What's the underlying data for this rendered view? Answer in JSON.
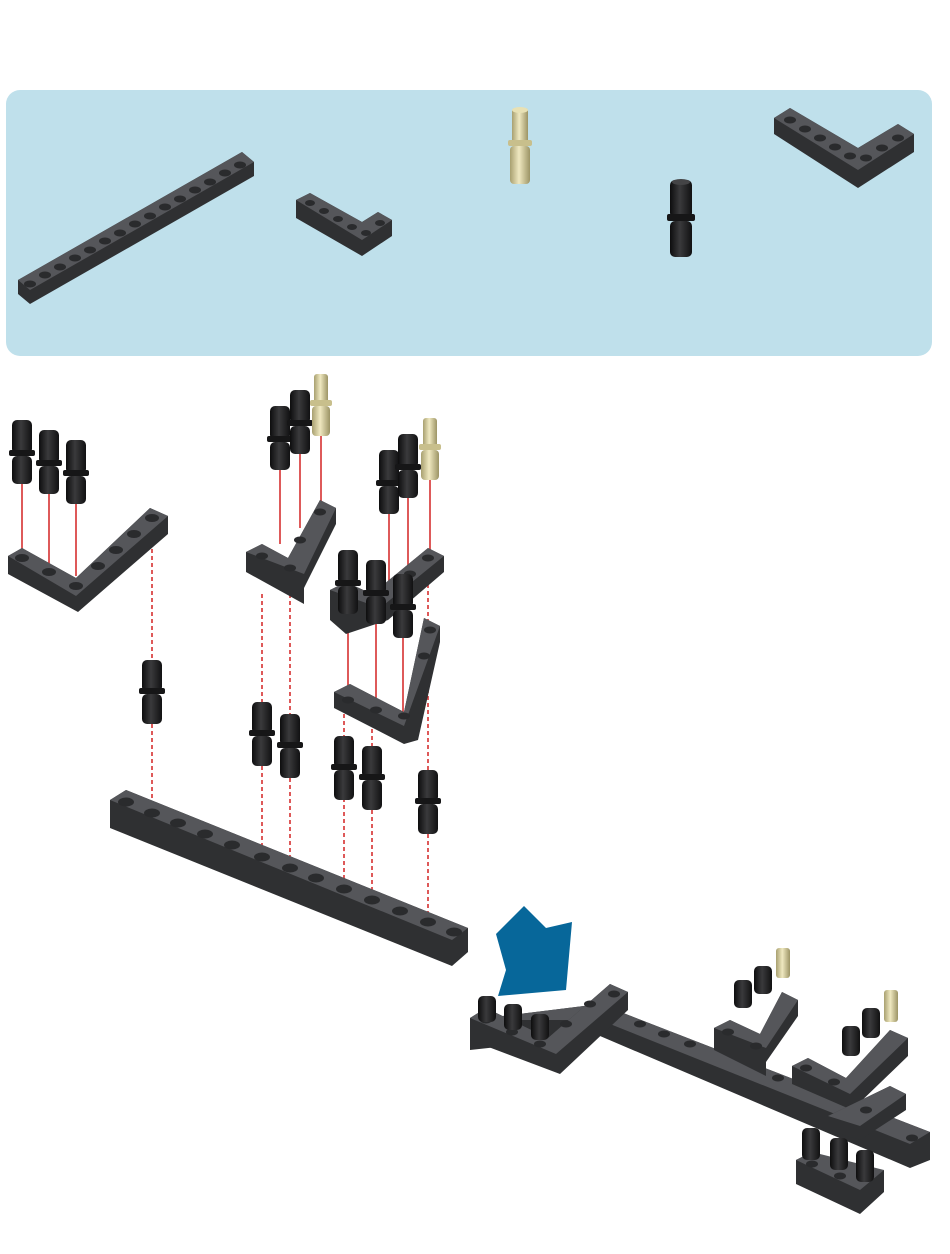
{
  "instruction": {
    "step_label": "",
    "parts_panel": {
      "background": "#bfe0eb",
      "parts": [
        {
          "id": "beam-15",
          "kind": "straight-beam",
          "holes": 15,
          "color": "#3c3d3f"
        },
        {
          "id": "l-beam-small",
          "kind": "l-beam",
          "holes": 5,
          "color": "#3c3d3f"
        },
        {
          "id": "tan-axle-pin",
          "kind": "axle-pin",
          "color": "#d7cf9e"
        },
        {
          "id": "black-friction-pin",
          "kind": "friction-pin",
          "color": "#1f1f21"
        },
        {
          "id": "l-beam-large",
          "kind": "l-beam",
          "holes": 7,
          "color": "#3c3d3f"
        }
      ]
    },
    "arrow": {
      "color": "#07679a",
      "direction": "down-right"
    },
    "colors": {
      "beam": "#3c3d3f",
      "beam_top": "#5a5b5e",
      "beam_hole": "#2a2b2d",
      "pin": "#1f1f21",
      "tan_pin": "#d7cf9e",
      "guide_line": "#d63030"
    }
  }
}
